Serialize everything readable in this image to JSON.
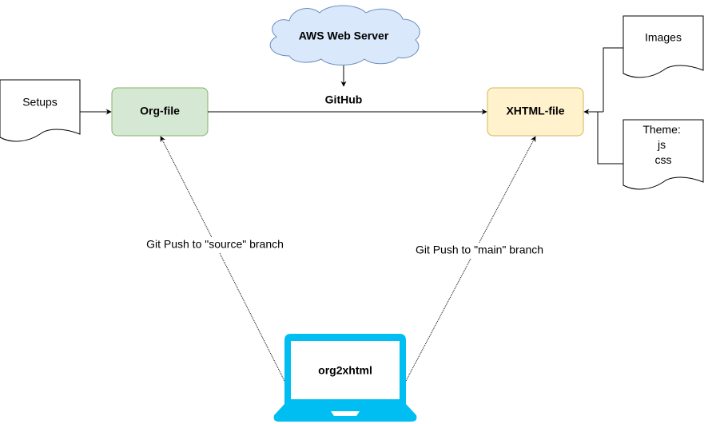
{
  "nodes": {
    "cloud": {
      "label": "AWS Web Server"
    },
    "setups": {
      "label": "Setups"
    },
    "org_file": {
      "label": "Org-file"
    },
    "xhtml_file": {
      "label": "XHTML-file"
    },
    "images": {
      "label": "Images"
    },
    "theme": {
      "lines": [
        "Theme:",
        "js",
        "css"
      ]
    },
    "laptop": {
      "label": "org2xhtml"
    }
  },
  "edges": {
    "github": {
      "label": "GitHub"
    },
    "push_source": {
      "label": "Git Push to \"source\" branch"
    },
    "push_main": {
      "label": "Git Push to \"main\" branch"
    }
  },
  "colors": {
    "cloud_fill": "#dae8fc",
    "cloud_stroke": "#6c8ebf",
    "org_fill": "#d5e8d4",
    "org_stroke": "#82b366",
    "xhtml_fill": "#fff2cc",
    "xhtml_stroke": "#d6b656",
    "laptop": "#00bef2"
  }
}
